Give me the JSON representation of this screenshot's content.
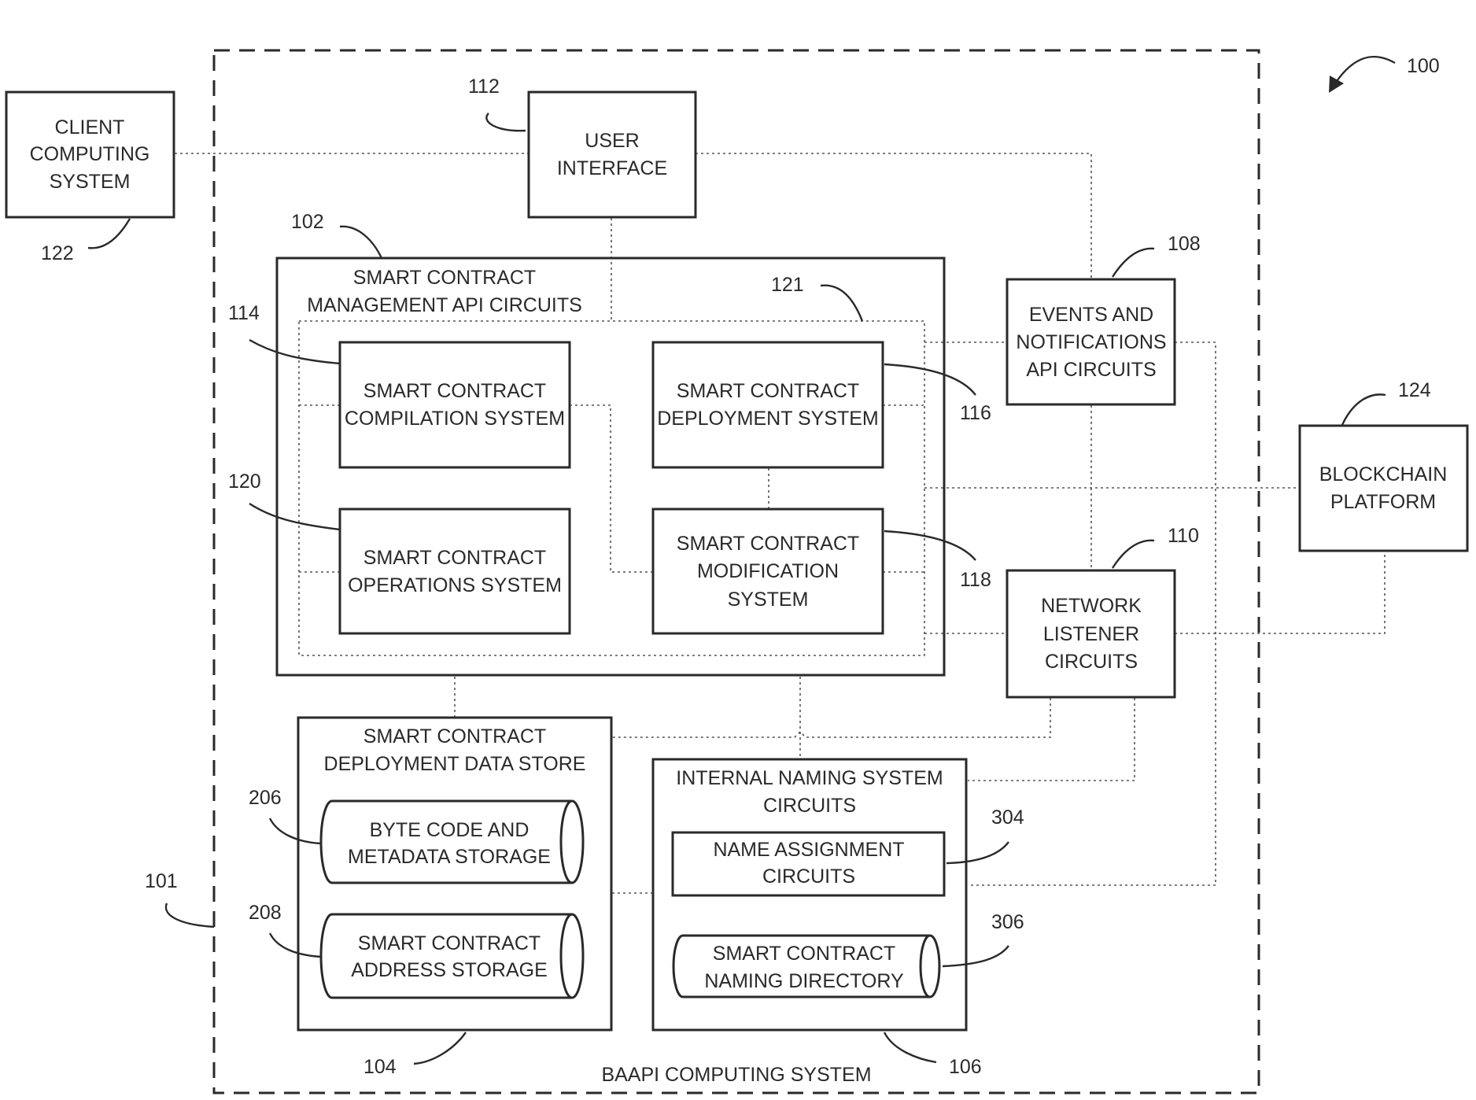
{
  "figure_number": "100",
  "container": {
    "label": "BAAPI COMPUTING SYSTEM",
    "ref": "101"
  },
  "client": {
    "lines": [
      "CLIENT",
      "COMPUTING",
      "SYSTEM"
    ],
    "ref": "122"
  },
  "user_interface": {
    "lines": [
      "USER",
      "INTERFACE"
    ],
    "ref": "112"
  },
  "sc_mgmt": {
    "lines": [
      "SMART CONTRACT",
      "MANAGEMENT API CIRCUITS"
    ],
    "ref": "102",
    "inner_ref": "121"
  },
  "compilation": {
    "lines": [
      "SMART CONTRACT",
      "COMPILATION SYSTEM"
    ],
    "ref": "114"
  },
  "deployment": {
    "lines": [
      "SMART CONTRACT",
      "DEPLOYMENT SYSTEM"
    ],
    "ref": "116"
  },
  "operations": {
    "lines": [
      "SMART CONTRACT",
      "OPERATIONS SYSTEM"
    ],
    "ref": "120"
  },
  "modification": {
    "lines": [
      "SMART CONTRACT",
      "MODIFICATION",
      "SYSTEM"
    ],
    "ref": "118"
  },
  "events": {
    "lines": [
      "EVENTS AND",
      "NOTIFICATIONS",
      "API CIRCUITS"
    ],
    "ref": "108"
  },
  "network_listener": {
    "lines": [
      "NETWORK",
      "LISTENER",
      "CIRCUITS"
    ],
    "ref": "110"
  },
  "blockchain": {
    "lines": [
      "BLOCKCHAIN",
      "PLATFORM"
    ],
    "ref": "124"
  },
  "data_store": {
    "lines": [
      "SMART CONTRACT",
      "DEPLOYMENT DATA STORE"
    ],
    "ref": "104"
  },
  "bytecode_storage": {
    "lines": [
      "BYTE CODE AND",
      "METADATA STORAGE"
    ],
    "ref": "206"
  },
  "address_storage": {
    "lines": [
      "SMART CONTRACT",
      "ADDRESS STORAGE"
    ],
    "ref": "208"
  },
  "naming_system": {
    "lines": [
      "INTERNAL NAMING SYSTEM",
      "CIRCUITS"
    ],
    "ref": "106"
  },
  "name_assignment": {
    "lines": [
      "NAME ASSIGNMENT",
      "CIRCUITS"
    ],
    "ref": "304"
  },
  "naming_directory": {
    "lines": [
      "SMART CONTRACT",
      "NAMING DIRECTORY"
    ],
    "ref": "306"
  }
}
